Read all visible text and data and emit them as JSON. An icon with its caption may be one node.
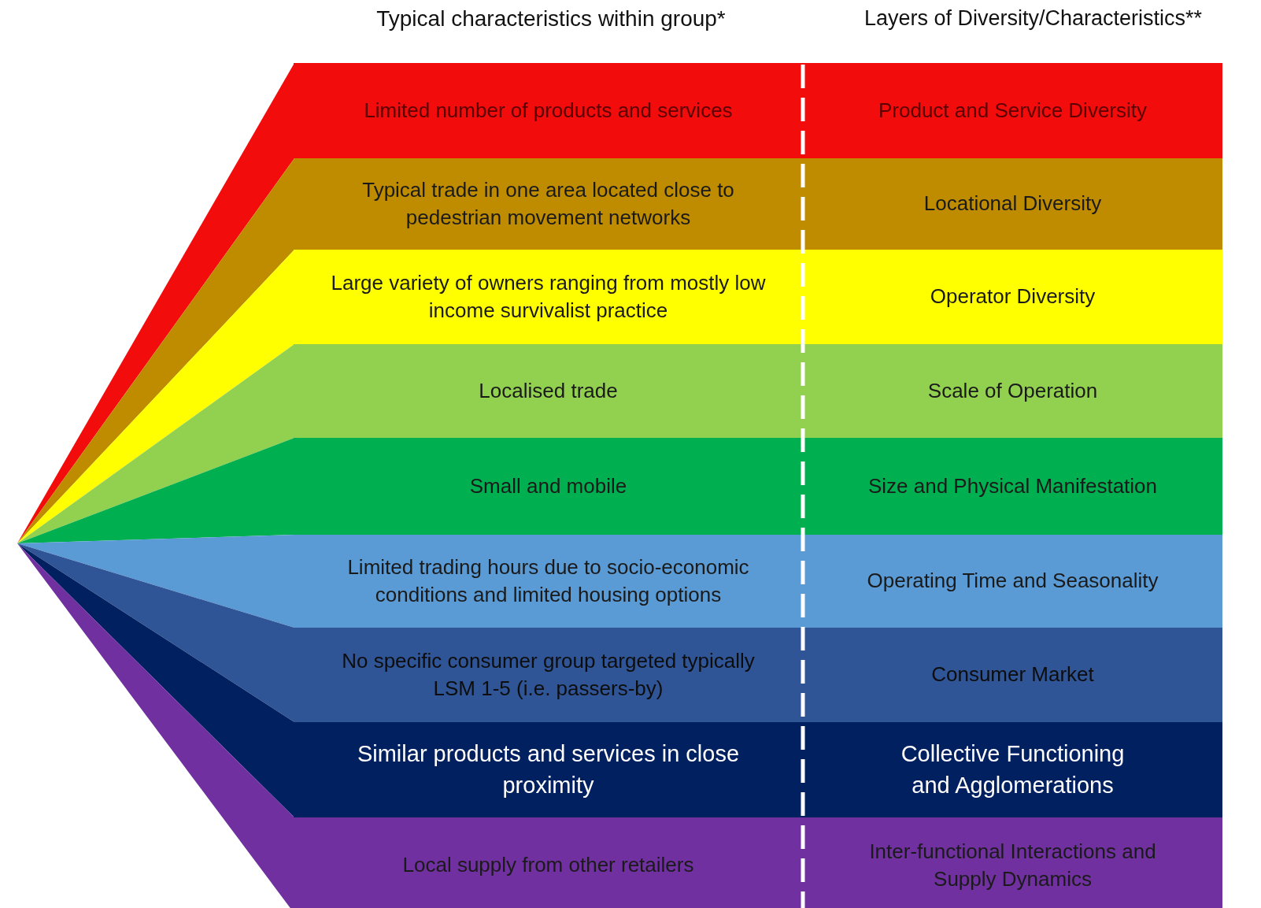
{
  "diagram": {
    "nodes": [
      {
        "text": [
          "Limited number of products and services",
          "Product and Service Diversity"
        ]
      },
      {
        "text": [
          "Typical trade in one area located close to pedestrian movement networks",
          "Locational Diversity"
        ]
      },
      {
        "text": [
          "Large variety of owners ranging from mostly low income survivalist practice",
          "Operator Diversity"
        ]
      },
      {
        "text": [
          "Localised trade",
          "Scale of Operation"
        ]
      },
      {
        "text": [
          "Small and mobile",
          "Size and Physical Manifestation"
        ]
      },
      {
        "text": [
          "Limited trading hours due to socio-economic conditions and limited housing options",
          "Operating Time and Seasonality"
        ]
      },
      {
        "text": [
          "No specific consumer group targeted typically LSM 1-5 (i.e. passers-by)",
          "Consumer Market"
        ]
      },
      {
        "text": [
          "Similar products and services in close proximity",
          "Collective Functioning and Agglomerations"
        ]
      },
      {
        "text": [
          "Local supply from other retailers",
          "Inter-functional Interactions and Supply Dynamics"
        ]
      }
    ],
    "labels": [
      "Typical characteristics within group*",
      "Layers of Diversity/Characteristics**"
    ]
  }
}
